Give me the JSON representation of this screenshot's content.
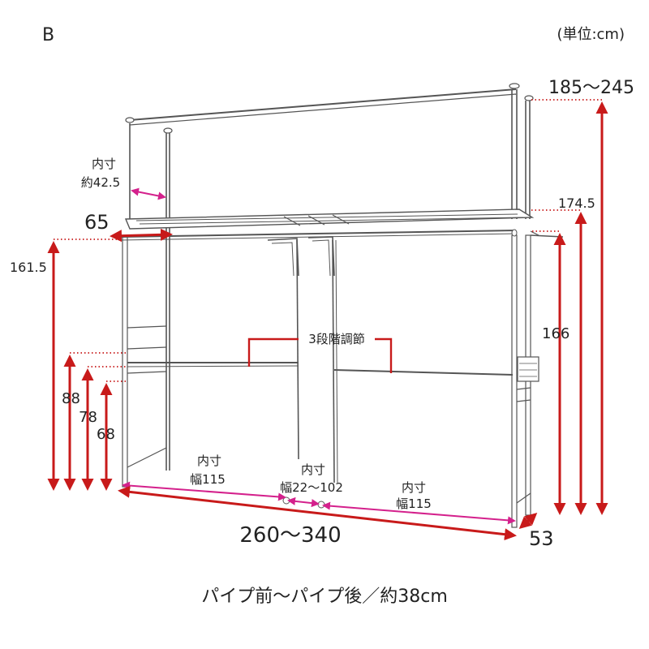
{
  "variant": "B",
  "unit": "(単位:cm)",
  "colors": {
    "height_arrow": "#c81a1a",
    "width_arrow": "#d4218c",
    "frame": "#555555"
  },
  "dimensions": {
    "top_height": "185〜245",
    "shelf_top_height": "174.5",
    "shelf_bottom_height": "166",
    "left_shelf_height": "161.5",
    "rail_88": "88",
    "rail_78": "78",
    "rail_68": "68",
    "depth_shelf": "65",
    "depth_base": "53",
    "total_width": "260〜340",
    "inner_depth_label": "内寸",
    "inner_depth_value": "約42.5",
    "inner_left_label": "内寸",
    "inner_left_value": "幅115",
    "inner_mid_label": "内寸",
    "inner_mid_value": "幅22〜102",
    "inner_right_label": "内寸",
    "inner_right_value": "幅115",
    "adjust_label": "3段階調節"
  },
  "caption": "パイプ前〜パイプ後／約38cm"
}
